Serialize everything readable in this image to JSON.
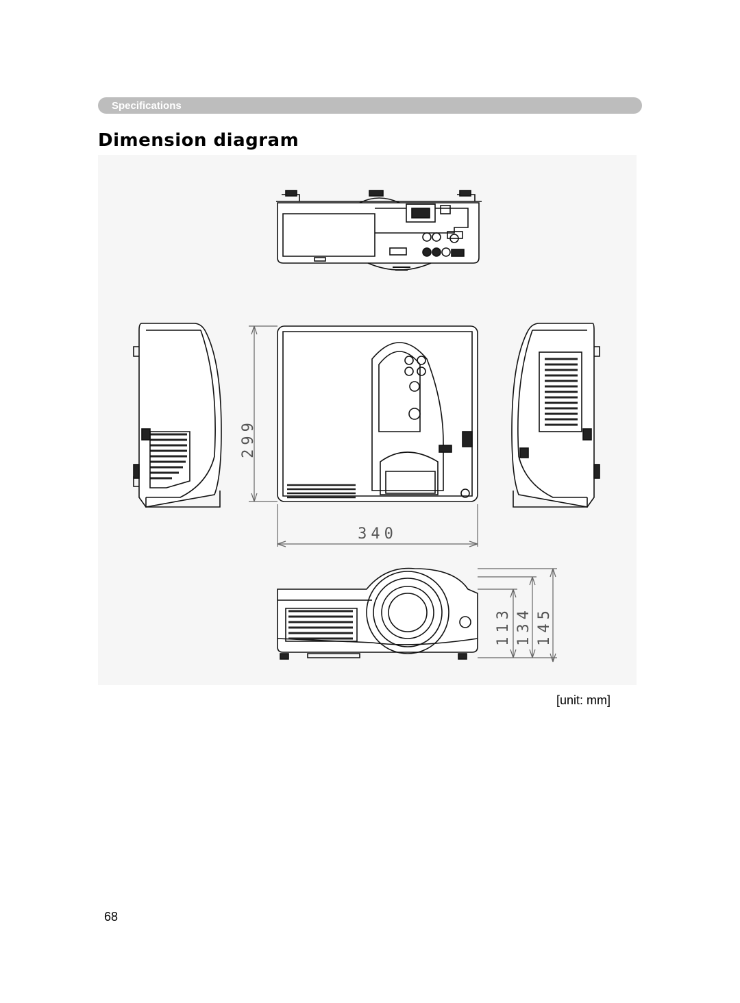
{
  "header": {
    "section_label": "Specifications"
  },
  "page": {
    "title": "Dimension diagram",
    "page_number": "68"
  },
  "diagram": {
    "dimensions": {
      "depth": "299",
      "width": "340",
      "height_body": "113",
      "height_mid": "134",
      "height_total": "145"
    },
    "unit_label": "[unit: mm]"
  }
}
